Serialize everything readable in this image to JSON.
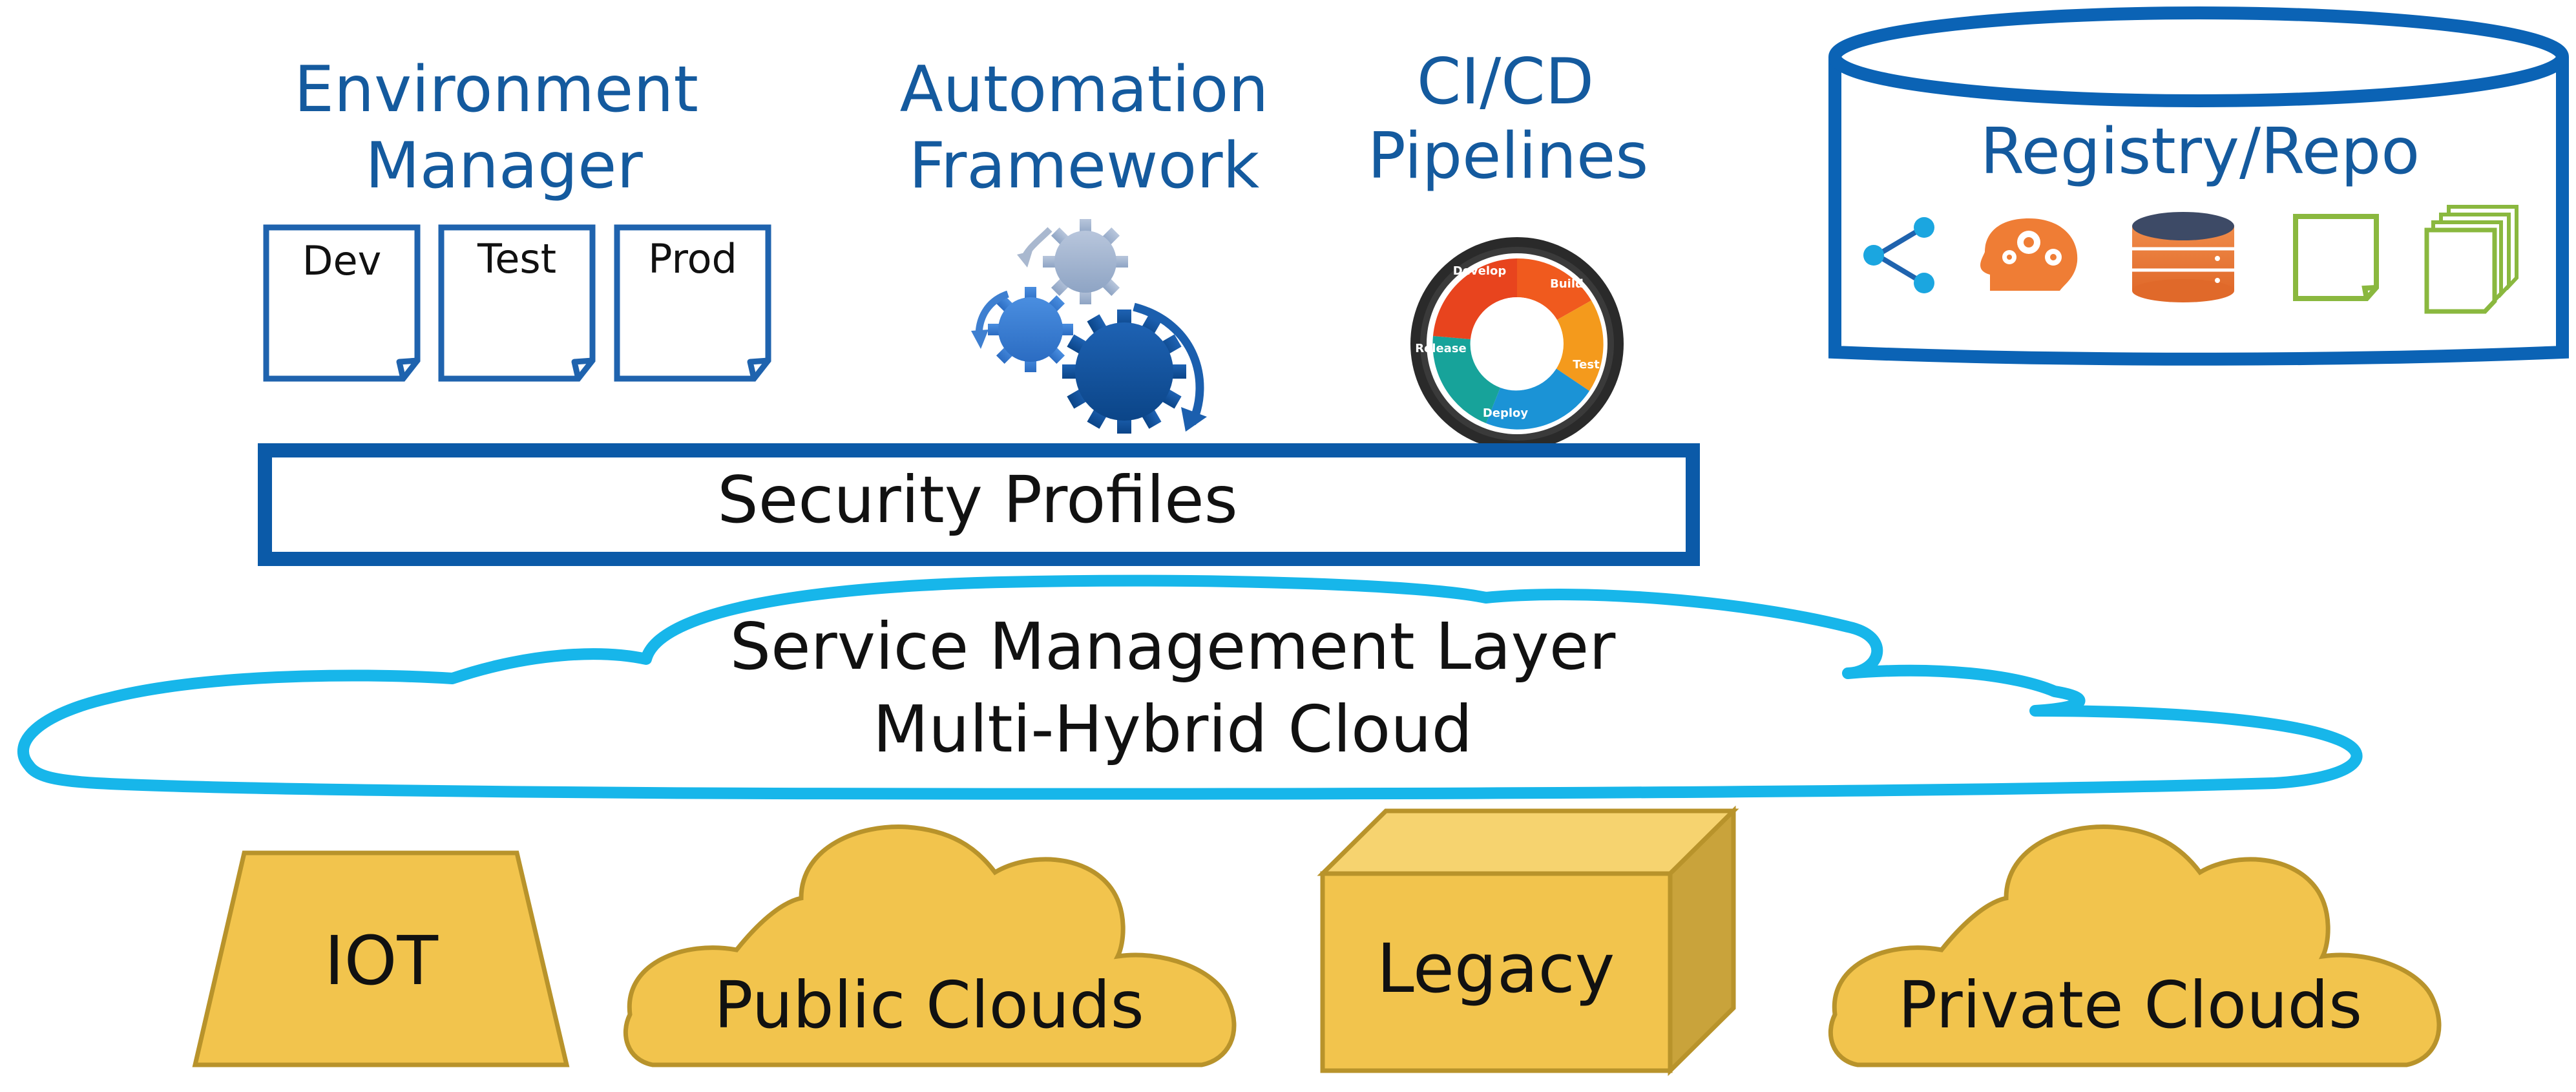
{
  "colors": {
    "title_blue": "#145a9e",
    "doc_blue": "#1f63ae",
    "security_border": "#0b5aa8",
    "cloud_cyan": "#17b6ea",
    "gold_fill": "#f2c44d",
    "gold_stroke": "#b8932b",
    "registry_border": "#0b63b5",
    "orange": "#ef7d35",
    "green": "#8ab83f"
  },
  "environment_manager": {
    "title_line1": "Environment",
    "title_line2": "Manager",
    "docs": [
      "Dev",
      "Test",
      "Prod"
    ]
  },
  "automation": {
    "title_line1": "Automation",
    "title_line2": "Framework",
    "icon": "gears-icon"
  },
  "cicd": {
    "title_line1": "CI/CD",
    "title_line2": "Pipelines",
    "stages": [
      "Develop",
      "Build",
      "Test",
      "Deploy",
      "Release"
    ]
  },
  "registry": {
    "title": "Registry/Repo",
    "icons": [
      "share-icon",
      "brain-gears-icon",
      "database-icon",
      "document-icon",
      "documents-stack-icon"
    ]
  },
  "security": {
    "label": "Security Profiles"
  },
  "service_layer": {
    "line1": "Service Management Layer",
    "line2": "Multi-Hybrid Cloud"
  },
  "targets": {
    "iot": "IOT",
    "public": "Public Clouds",
    "legacy": "Legacy",
    "private": "Private Clouds"
  }
}
